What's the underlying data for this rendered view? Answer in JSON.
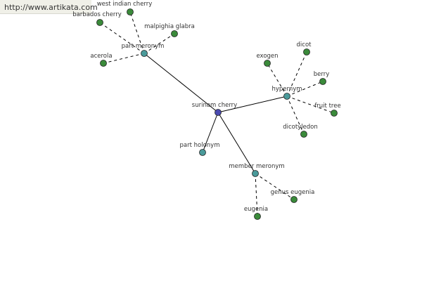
{
  "banner": {
    "url_text": "http://www.artikata.com"
  },
  "colors": {
    "center": "#4a4ab0",
    "relation": "#4a9a9a",
    "leaf": "#3a8a3a",
    "edge": "#000000"
  },
  "graph": {
    "center": {
      "label": "surinam cherry"
    },
    "relations": [
      {
        "label": "part meronym",
        "children": [
          "west indian cherry",
          "barbados cherry",
          "malpighia glabra",
          "acerola"
        ]
      },
      {
        "label": "hypernym",
        "children": [
          "exogen",
          "dicot",
          "berry",
          "fruit tree",
          "dicotyledon"
        ]
      },
      {
        "label": "part holonym",
        "children": []
      },
      {
        "label": "member meronym",
        "children": [
          "genus eugenia",
          "eugenia"
        ]
      }
    ]
  }
}
